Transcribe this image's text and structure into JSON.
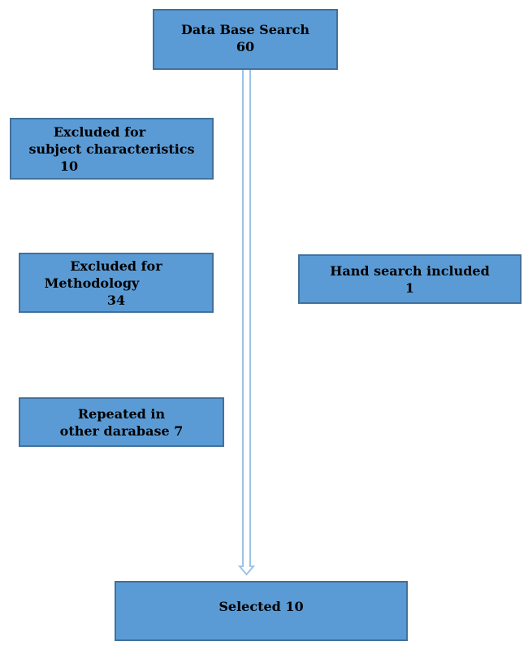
{
  "colors": {
    "box_fill": "#5b9bd5",
    "box_border": "#41719c",
    "arrow_fill": "#ffffff",
    "arrow_border": "#9dc3e6"
  },
  "boxes": {
    "database_search": {
      "line1": "Data Base Search",
      "line2": "60"
    },
    "excluded_subject": {
      "line1": "Excluded for",
      "line2": "subject characteristics",
      "line3": "10"
    },
    "excluded_methodology": {
      "line1": "Excluded for",
      "line2": "Methodology",
      "line3": "34"
    },
    "hand_search": {
      "line1": "Hand search included",
      "line2": "1"
    },
    "repeated": {
      "line1": "Repeated in",
      "line2": "other darabase 7"
    },
    "selected": {
      "line1": "Selected 10"
    }
  }
}
